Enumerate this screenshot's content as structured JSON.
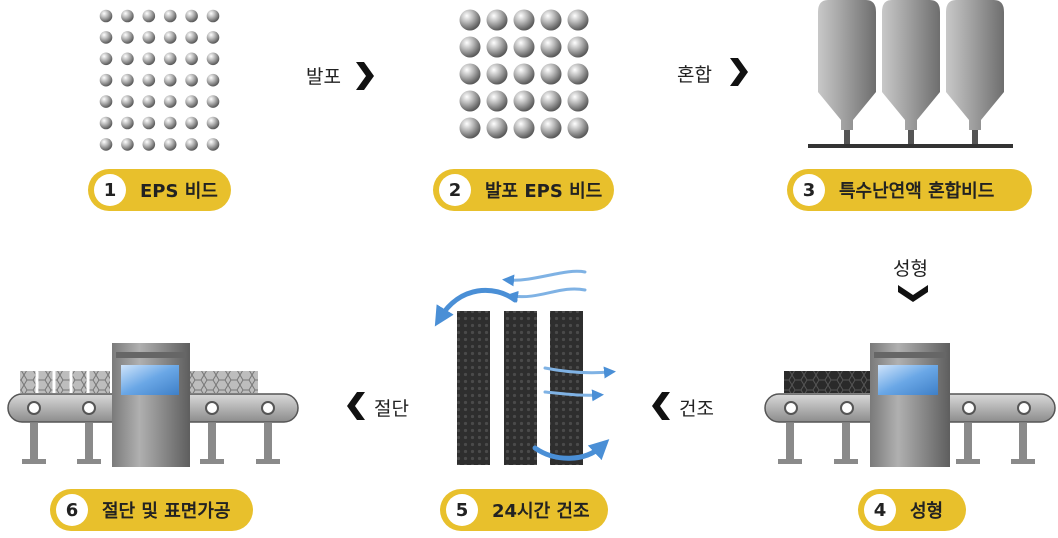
{
  "steps": [
    {
      "num": "1",
      "label": "EPS 비드"
    },
    {
      "num": "2",
      "label": "발포 EPS 비드"
    },
    {
      "num": "3",
      "label": "특수난연액 혼합비드"
    },
    {
      "num": "4",
      "label": "성형"
    },
    {
      "num": "5",
      "label": "24시간 건조"
    },
    {
      "num": "6",
      "label": "절단 및 표면가공"
    }
  ],
  "transitions": {
    "foam": "발포",
    "mix": "혼합",
    "mold": "성형",
    "dry": "건조",
    "cut": "절단"
  },
  "colors": {
    "badge": "#e8c02c",
    "badge_number_bg": "#ffffff",
    "arrow": "#111111",
    "air_flow": "#4a8fd6",
    "board": "#2b2b2b",
    "silo": "#9a9a9a",
    "machine": "#8a8a8a",
    "screen": "#7fb6ea"
  },
  "icons": [
    "bead-grid-small",
    "bead-grid-large",
    "silo-icon",
    "molding-machine-icon",
    "drying-boards-icon",
    "cutting-machine-icon"
  ]
}
